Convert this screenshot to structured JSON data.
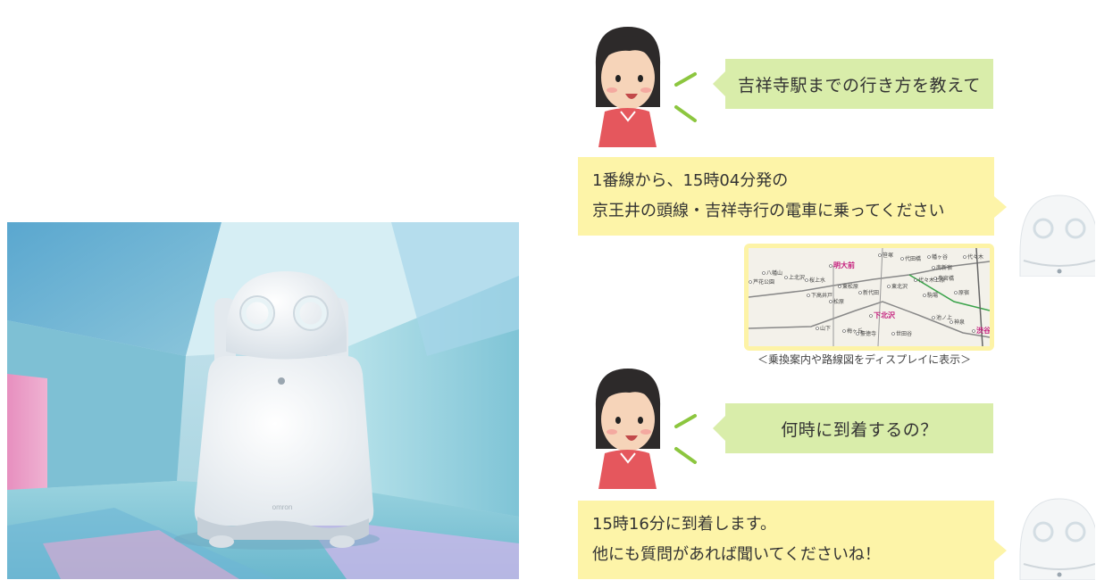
{
  "conversation": {
    "q1": "吉祥寺駅までの行き方を教えて",
    "a1_line1": "1番線から、15時04分発の",
    "a1_line2": "京王井の頭線・吉祥寺行の電車に乗ってください",
    "map_caption": "＜乗換案内や路線図をディスプレイに表示＞",
    "q2": "何時に到着するの？",
    "a2_line1": "15時16分に到着します。",
    "a2_line2": "他にも質問があれば聞いてくださいね！"
  },
  "colors": {
    "user_bubble": "#d9edaa",
    "robot_bubble": "#fdf4a8",
    "speech_marks": "#8cc63f",
    "robot_eyes": "#e9f2f5"
  },
  "icons": {
    "user": "woman-avatar-icon",
    "robot": "robot-head-icon",
    "logo": "omron-logo"
  },
  "map_labels": [
    "代々木",
    "明大前",
    "下北沢",
    "渋谷",
    "代田橋",
    "幡ヶ谷",
    "南新宿",
    "参宮橋",
    "東松原",
    "新代田",
    "東北沢",
    "代々木上原",
    "駒場",
    "池ノ上",
    "神泉",
    "八幡山",
    "上北沢",
    "桜上水",
    "下高井戸",
    "松原",
    "芦花公園",
    "山下",
    "梅ヶ丘",
    "原宿",
    "笹塚",
    "豪徳寺",
    "世田谷"
  ],
  "logo_text": "omron"
}
